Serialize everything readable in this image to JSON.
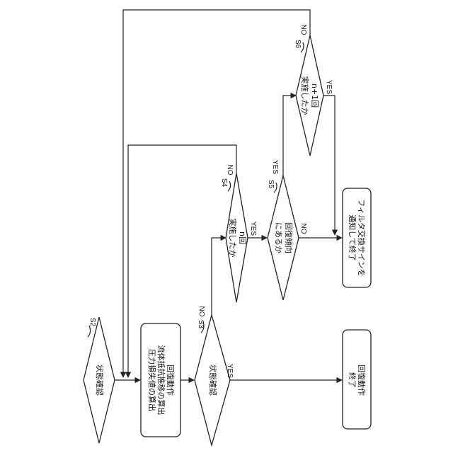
{
  "steps": {
    "s2": {
      "id": "S2",
      "text": "状態確認"
    },
    "recovery": {
      "lines": [
        "回復動作",
        "流体抵抗推移の算出",
        "圧力損失値の算出"
      ]
    },
    "s3": {
      "id": "S3",
      "text": "状態確認"
    },
    "s4": {
      "id": "S4",
      "lines": [
        "n回",
        "実施したか"
      ]
    },
    "s5": {
      "id": "S5",
      "lines": [
        "回復傾向",
        "にあるか"
      ]
    },
    "s6": {
      "id": "S6",
      "lines": [
        "n+1回",
        "実施したか"
      ]
    },
    "end_recovery": {
      "lines": [
        "回復動作",
        "終了"
      ]
    },
    "end_filter": {
      "lines": [
        "フィルタ交換サインを",
        "通知して終了"
      ]
    }
  },
  "edge_labels": {
    "yes": "YES",
    "no": "NO"
  }
}
